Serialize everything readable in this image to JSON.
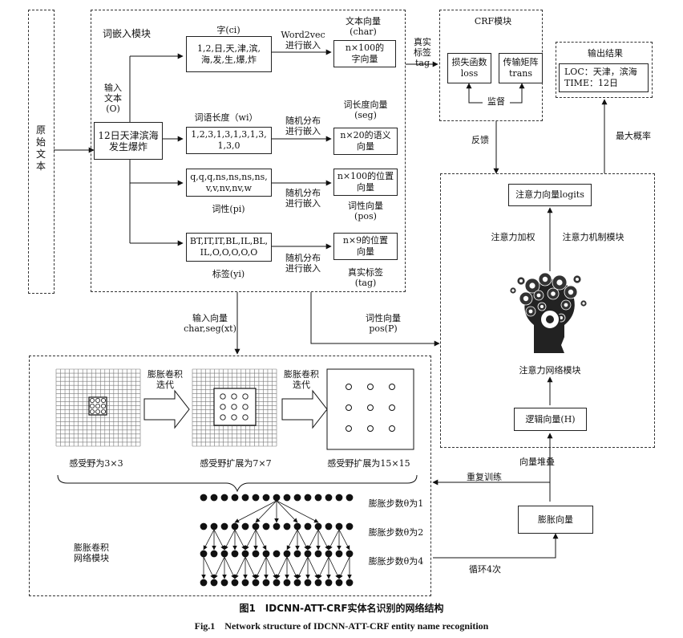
{
  "left": {
    "raw_text": "原始文本"
  },
  "embed_module": {
    "title": "词嵌入模块",
    "input_label": "输入\n文本\n(O)",
    "source_box": "12日天津滨海\n发生爆炸",
    "char": {
      "label": "字(ci)",
      "box": "1,2,日,天,津,滨,\n海,发,生,爆,炸",
      "method": "Word2vec\n进行嵌入",
      "out_label": "文本向量\n(char)",
      "out_box": "n×100的\n字向量"
    },
    "seg": {
      "label": "词语长度（wi）",
      "box": "1,2,3,1,3,1,3,1,3,\n1,3,0",
      "method": "随机分布\n进行嵌入",
      "out_label": "词长度向量\n(seg)",
      "out_box": "n×20的语义\n向量"
    },
    "pos": {
      "box": "q,q,q,ns,ns,ns,ns,\nv,v,nv,nv,w",
      "label": "词性(pi)",
      "method": "随机分布\n进行嵌入",
      "out_box": "n×100的位置\n向量",
      "out_label": "词性向量\n(pos)"
    },
    "tag": {
      "box": "BT,IT,IT,BL,IL,BL,\nIL,O,O,O,O,O",
      "label": "标签(yi)",
      "method": "随机分布\n进行嵌入",
      "out_box": "n×9的位置\n向量",
      "out_label": "真实标签\n(tag)"
    }
  },
  "crf": {
    "title": "CRF模块",
    "loss": "损失函数\nloss",
    "trans": "传输矩阵\ntrans",
    "supervise": "监督",
    "true_tag": "真实\n标签\ntag"
  },
  "result": {
    "title": "输出结果",
    "line1": "LOC：天津，滨海",
    "line2": "TIME：12日",
    "max_prob": "最大概率"
  },
  "feedback": "反馈",
  "attention": {
    "logits": "注意力向量logits",
    "weighting": "注意力加权",
    "mechanism": "注意力机制模块",
    "network": "注意力网络模块",
    "logic_box": "逻辑向量(H)"
  },
  "input_vec": "输入向量\nchar,seg(xt)",
  "pos_vec": "词性向量\npos(P)",
  "dilated": {
    "iter1": "膨胀卷积\n迭代",
    "iter2": "膨胀卷积\n迭代",
    "rf1": "感受野为3×3",
    "rf2": "感受野扩展为7×7",
    "rf3": "感受野扩展为15×15",
    "step1": "膨胀步数θ为1",
    "step2": "膨胀步数θ为2",
    "step3": "膨胀步数θ为4",
    "module": "膨胀卷积\n网络模块",
    "repeat": "重复训练",
    "stack": "向量堆叠",
    "dilated_vec": "膨胀向量",
    "loop": "循环4次"
  },
  "caption": {
    "cn": "图1　IDCNN-ATT-CRF实体名识别的网络结构",
    "en": "Fig.1　Network structure of IDCNN-ATT-CRF entity name recognition"
  }
}
